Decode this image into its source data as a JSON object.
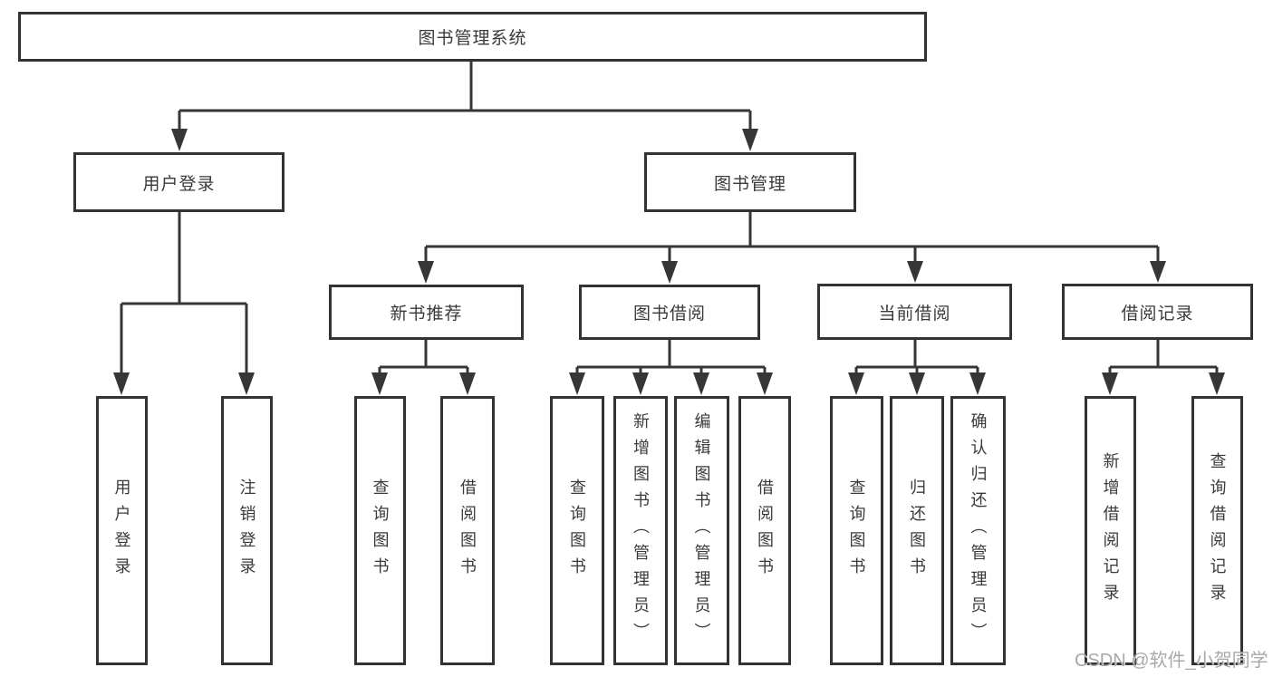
{
  "diagram_title": "图书管理系统",
  "nodes": {
    "root": "图书管理系统",
    "user_login": "用户登录",
    "book_mgmt": "图书管理",
    "new_book_rec": "新书推荐",
    "book_borrow": "图书借阅",
    "current_borrow": "当前借阅",
    "borrow_records": "借阅记录",
    "ul_login": "用户登录",
    "ul_logout": "注销登录",
    "nr_query": "查询图书",
    "nr_borrow": "借阅图书",
    "bb_query": "查询图书",
    "bb_add": "新增图书（管理员）",
    "bb_edit": "编辑图书（管理员）",
    "bb_borrow": "借阅图书",
    "cb_query": "查询图书",
    "cb_return": "归还图书",
    "cb_confirm": "确认归还（管理员）",
    "br_add": "新增借阅记录",
    "br_query": "查询借阅记录"
  },
  "hierarchy": {
    "图书管理系统": [
      "用户登录",
      "图书管理"
    ],
    "用户登录": [
      "用户登录",
      "注销登录"
    ],
    "图书管理": [
      "新书推荐",
      "图书借阅",
      "当前借阅",
      "借阅记录"
    ],
    "新书推荐": [
      "查询图书",
      "借阅图书"
    ],
    "图书借阅": [
      "查询图书",
      "新增图书（管理员）",
      "编辑图书（管理员）",
      "借阅图书"
    ],
    "当前借阅": [
      "查询图书",
      "归还图书",
      "确认归还（管理员）"
    ],
    "借阅记录": [
      "新增借阅记录",
      "查询借阅记录"
    ]
  },
  "watermark": "CSDN @软件_小贺同学",
  "colors": {
    "line": "#363636",
    "box_border": "#333333",
    "text": "#3a3a3a",
    "watermark": "#9e9e9e",
    "background": "#ffffff"
  }
}
